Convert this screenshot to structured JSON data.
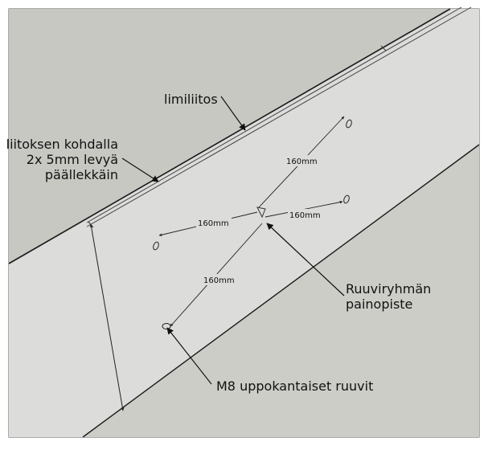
{
  "labels": {
    "groove_joint": "limiliitos",
    "overlap_line1": "liitoksen kohdalla",
    "overlap_line2": "2x 5mm levyä",
    "overlap_line3": "päällekkäin",
    "centroid_line1": "Ruuviryhmän",
    "centroid_line2": "painopiste",
    "screws": "M8 uppokantaiset ruuvit"
  },
  "dimensions": {
    "upper_right": "160mm",
    "left": "160mm",
    "right": "160mm",
    "lower": "160mm"
  },
  "colors": {
    "background": "#ffffff",
    "frame_fill": "#d0d0cb",
    "upper_plate": "#c8c8c3",
    "main_plate": "#dcdcda",
    "lower_region": "#cdcdc8",
    "line": "#1a1a1a"
  }
}
